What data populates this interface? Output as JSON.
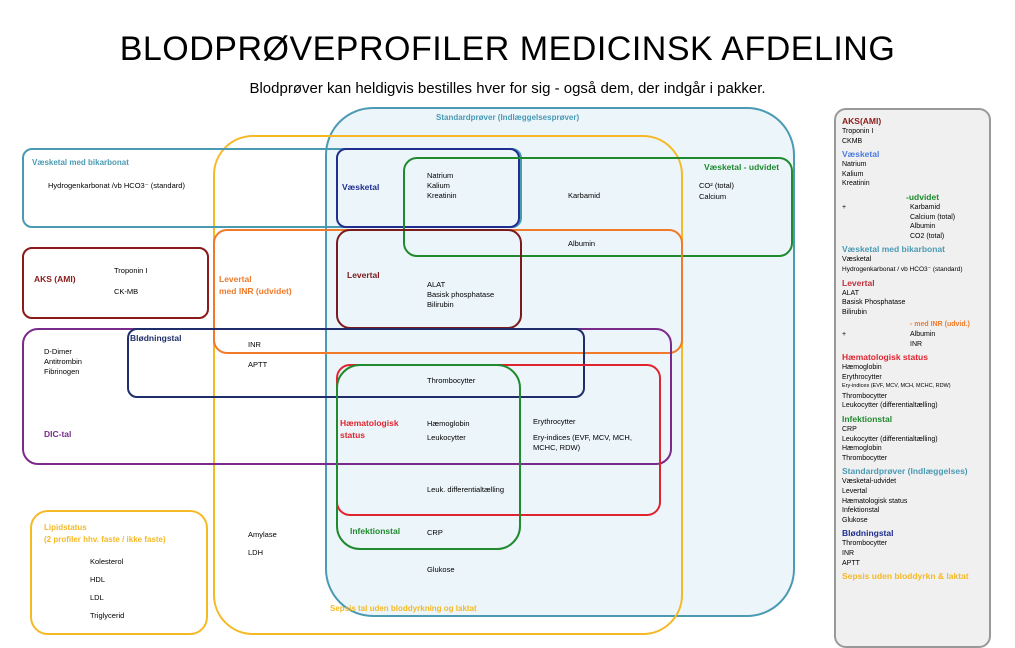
{
  "title": "BLODPRØVEPROFILER MEDICINSK AFDELING",
  "subtitle": "Blodprøver kan heldigvis bestilles hver for sig - også dem, der indgår i pakker.",
  "colors": {
    "standard": "#4a9ab4",
    "sepsis": "#f5b926",
    "vaesketal_bikarbonat": "#4a9ab4",
    "vaesketal": "#1f2e8f",
    "vaesketal_udvidet": "#1f8a2e",
    "levertal": "#7a1a1a",
    "levertal_inr": "#f07a2a",
    "aks": "#8b1a1a",
    "dic": "#7a2a8a",
    "blodning": "#1f2e6a",
    "haematologisk": "#e0242f",
    "infektion": "#1f8a2e",
    "lipid": "#f5b926"
  },
  "diagram": {
    "standard_label": "Standardprøver (Indlæggelsesprøver)",
    "sepsis_label": "Sepsis tal uden bloddyrkning og laktat",
    "vaesketal_bikarbonat_label": "Væsketal med bikarbonat",
    "hco3": "Hydrogenkarbonat /vb HCO3⁻ (standard)",
    "vaesketal_label": "Væsketal",
    "natrium": "Natrium",
    "kalium": "Kalium",
    "kreatinin": "Kreatinin",
    "vaesketal_udvidet_label": "Væsketal - udvidet",
    "co2": "CO² (total)",
    "calcium": "Calcium",
    "karbamid": "Karbamid",
    "albumin": "Albumin",
    "aks_label": "AKS (AMI)",
    "troponin": "Troponin I",
    "ckmb": "CK-MB",
    "levertal_inr_label1": "Levertal",
    "levertal_inr_label2": "med INR (udvidet)",
    "levertal_label": "Levertal",
    "alat": "ALAT",
    "basisk": "Basisk phosphatase",
    "bilirubin": "Bilirubin",
    "blodning_label": "Blødningstal",
    "inr": "INR",
    "aptt": "APTT",
    "ddimer": "D-Dimer",
    "antitrombin": "Antitrombin",
    "fibrinogen": "Fibrinogen",
    "dic_label": "DIC-tal",
    "thrombocytter": "Thrombocytter",
    "haem_label1": "Hæmatologisk",
    "haem_label2": "status",
    "haemoglobin": "Hæmoglobin",
    "leukocytter": "Leukocytter",
    "erythrocytter": "Erythrocytter",
    "ery_indices1": "Ery-indices (EVF, MCV, MCH,",
    "ery_indices2": "MCHC, RDW)",
    "leuk_diff": "Leuk. differentialtælling",
    "infektion_label": "Infektionstal",
    "crp": "CRP",
    "glukose": "Glukose",
    "amylase": "Amylase",
    "ldh": "LDH",
    "lipid_label1": "Lipidstatus",
    "lipid_label2": "(2 profiler hhv. faste / ikke faste)",
    "kolesterol": "Kolesterol",
    "hdl": "HDL",
    "ldl": "LDL",
    "triglycerid": "Triglycerid"
  },
  "legend": {
    "aks": {
      "title": "AKS(AMI)",
      "items": [
        "Troponin I",
        "CKMB"
      ]
    },
    "vaesketal": {
      "title": "Væsketal",
      "items": [
        "Natrium",
        "Kalium",
        "Kreatinin"
      ]
    },
    "udvidet": {
      "title": "-udvidet",
      "plus": "+",
      "items": [
        "Karbamid",
        "Calcium (total)",
        "Albumin",
        "CO2 (total)"
      ]
    },
    "bikarbonat": {
      "title": "Væsketal med bikarbonat",
      "items": [
        "Væsketal",
        "Hydrogenkarbonat / vb HCO3⁻ (standard)"
      ]
    },
    "levertal": {
      "title": "Levertal",
      "items": [
        "ALAT",
        "Basisk Phosphatase",
        "Bilirubin"
      ]
    },
    "inr": {
      "title": "- med INR (udvid.)",
      "plus": "+",
      "items": [
        "Albumin",
        "INR"
      ]
    },
    "haem": {
      "title": "Hæmatologisk status",
      "items": [
        "Hæmoglobin",
        "Erythrocytter",
        "Ery-indices (EVF, MCV, MCH, MCHC, RDW)",
        "Thrombocytter",
        "Leukocytter (differentialtælling)"
      ]
    },
    "infektion": {
      "title": "Infektionstal",
      "items": [
        "CRP",
        "Leukocytter (differentialtælling)",
        "Hæmoglobin",
        "Thrombocytter"
      ]
    },
    "standard": {
      "title": "Standardprøver (Indlæggelses)",
      "items": [
        "Væsketal-udvidet",
        "Levertal",
        "Hæmatologisk status",
        "Infektionstal",
        "Glukose"
      ]
    },
    "blodning": {
      "title": "Blødningstal",
      "items": [
        "Thrombocytter",
        "INR",
        "APTT"
      ]
    },
    "sepsis": {
      "title": "Sepsis uden bloddyrkn & laktat"
    }
  }
}
